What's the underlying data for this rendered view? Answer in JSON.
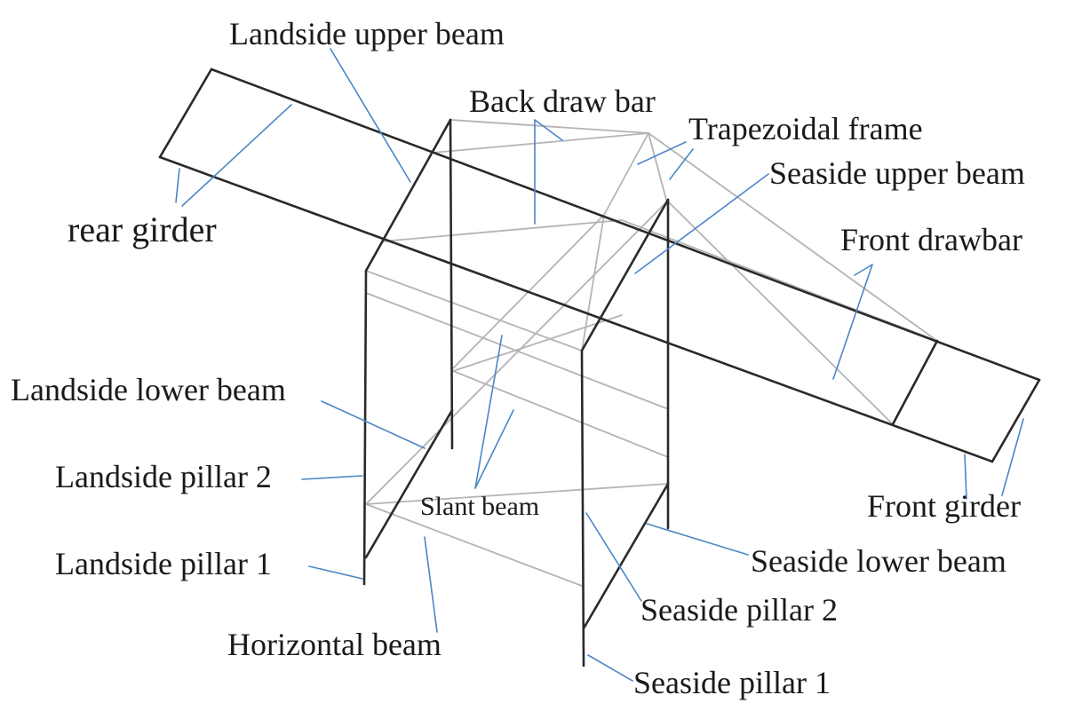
{
  "labels": {
    "landside_upper_beam": "Landside upper beam",
    "back_draw_bar": "Back draw bar",
    "trapezoidal_frame": "Trapezoidal frame",
    "seaside_upper_beam": "Seaside upper beam",
    "rear_girder": "rear girder",
    "front_drawbar": "Front drawbar",
    "landside_lower_beam": "Landside lower beam",
    "landside_pillar_2": "Landside pillar 2",
    "slant_beam": "Slant beam",
    "front_girder": "Front girder",
    "landside_pillar_1": "Landside pillar 1",
    "seaside_lower_beam": "Seaside lower beam",
    "seaside_pillar_2": "Seaside pillar 2",
    "horizontal_beam": "Horizontal beam",
    "seaside_pillar_1": "Seaside pillar 1"
  },
  "colors": {
    "leader_line": "#4a86c6",
    "structure_dark": "#2a2a2a",
    "structure_light": "#b4b4b4",
    "text": "#1a1a1a"
  }
}
